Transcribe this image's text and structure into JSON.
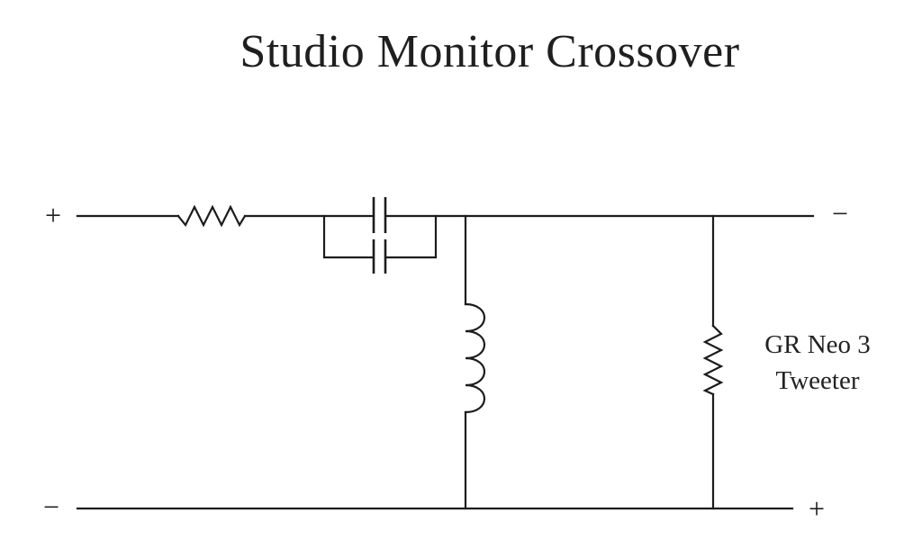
{
  "title": "Studio Monitor Crossover",
  "terminals": {
    "input_top": "+",
    "input_bottom": "−",
    "output_top": "−",
    "output_bottom": "+"
  },
  "load": {
    "label_line1": "GR Neo 3",
    "label_line2": "Tweeter"
  }
}
